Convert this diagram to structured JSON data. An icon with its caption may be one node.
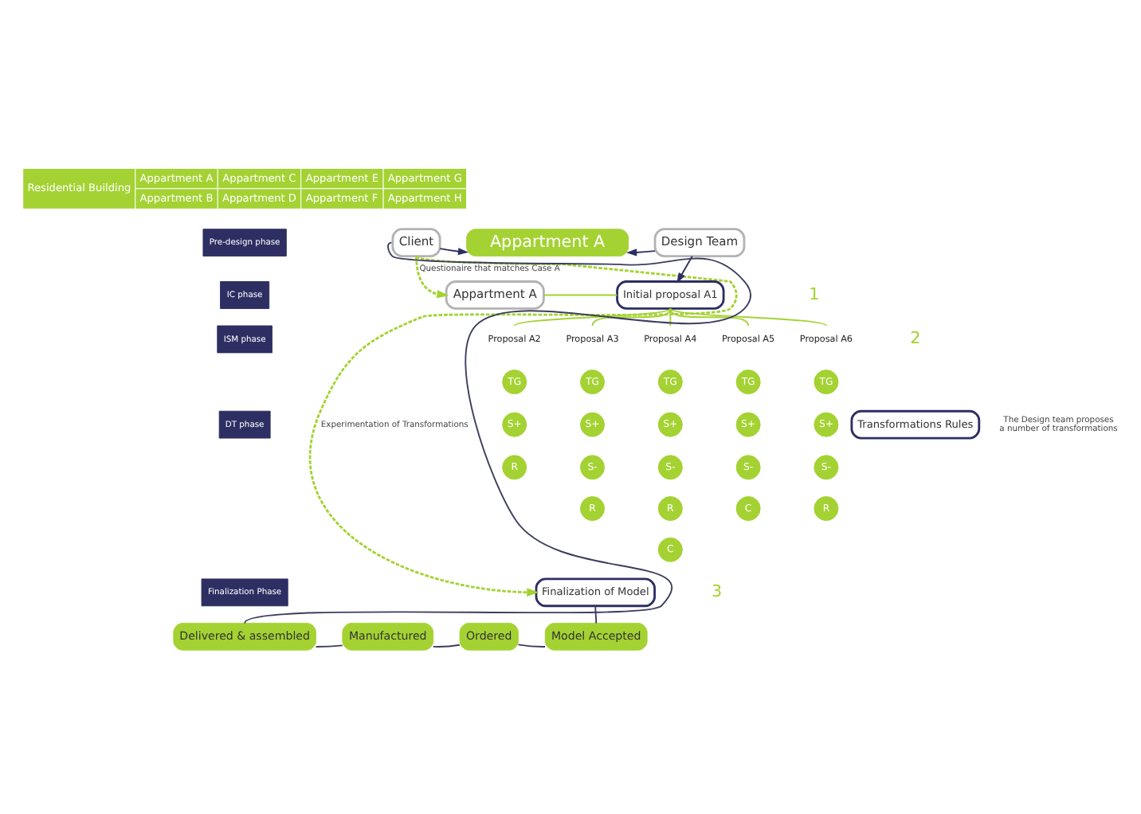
{
  "diagram": {
    "nodes": [
      {
        "text": [
          "Client"
        ]
      },
      {
        "text": [
          "Appartment A"
        ]
      },
      {
        "text": [
          "Design Team"
        ]
      },
      {
        "text": [
          "Appartment A"
        ]
      },
      {
        "text": [
          "Initial proposal A1"
        ]
      },
      {
        "text": [
          "Proposal A2"
        ]
      },
      {
        "text": [
          "Proposal A3"
        ]
      },
      {
        "text": [
          "Proposal A4"
        ]
      },
      {
        "text": [
          "Proposal A5"
        ]
      },
      {
        "text": [
          "Proposal A6"
        ]
      },
      {
        "text": [
          "Transformations Rules"
        ]
      },
      {
        "text": [
          "Finalization of Model"
        ]
      },
      {
        "text": [
          "Model Accepted"
        ]
      },
      {
        "text": [
          "Ordered"
        ]
      },
      {
        "text": [
          "Manufactured"
        ]
      },
      {
        "text": [
          "Delivered & assembled"
        ]
      },
      {
        "text": [
          "TG"
        ]
      },
      {
        "text": [
          "S+"
        ]
      },
      {
        "text": [
          "R"
        ]
      },
      {
        "text": [
          "TG"
        ]
      },
      {
        "text": [
          "S+"
        ]
      },
      {
        "text": [
          "S-"
        ]
      },
      {
        "text": [
          "R"
        ]
      },
      {
        "text": [
          "TG"
        ]
      },
      {
        "text": [
          "S+"
        ]
      },
      {
        "text": [
          "S-"
        ]
      },
      {
        "text": [
          "R"
        ]
      },
      {
        "text": [
          "C"
        ]
      },
      {
        "text": [
          "TG"
        ]
      },
      {
        "text": [
          "S+"
        ]
      },
      {
        "text": [
          "S-"
        ]
      },
      {
        "text": [
          "C"
        ]
      },
      {
        "text": [
          "TG"
        ]
      },
      {
        "text": [
          "S+"
        ]
      },
      {
        "text": [
          "S-"
        ]
      },
      {
        "text": [
          "R"
        ]
      }
    ],
    "edges": [
      {
        "from": 0,
        "to": 1,
        "arrow": "to",
        "color": "#2d2f63"
      },
      {
        "from": 2,
        "to": 1,
        "arrow": "to",
        "color": "#2d2f63"
      },
      {
        "from": 2,
        "to": 4,
        "arrow": "to",
        "color": "#2d2f63"
      },
      {
        "from": 0,
        "to": 3,
        "arrow": "to",
        "style": "dashed",
        "label": "Questionaire that matches Case A"
      },
      {
        "from": 3,
        "to": 4,
        "arrow": "none"
      },
      {
        "from": 4,
        "to": 5,
        "arrow": "none"
      },
      {
        "from": 4,
        "to": 6,
        "arrow": "none"
      },
      {
        "from": 4,
        "to": 7,
        "arrow": "none"
      },
      {
        "from": 4,
        "to": 8,
        "arrow": "none"
      },
      {
        "from": 4,
        "to": 9,
        "arrow": "none"
      },
      {
        "from": 0,
        "to": 11,
        "arrow": "to",
        "style": "dashed",
        "label": "Experimentation of Transformations"
      },
      {
        "from": 11,
        "to": 12,
        "arrow": "none",
        "color": "#3c3d5e"
      },
      {
        "from": 12,
        "to": 13,
        "arrow": "none",
        "color": "#3c3d5e"
      },
      {
        "from": 13,
        "to": 14,
        "arrow": "none",
        "color": "#3c3d5e"
      },
      {
        "from": 14,
        "to": 15,
        "arrow": "none",
        "color": "#3c3d5e"
      },
      {
        "from": 15,
        "to": 0,
        "arrow": "none",
        "color": "#3c3d5e"
      }
    ],
    "labels": [
      "Residential Building",
      "Appartment A",
      "Appartment C",
      "Appartment E",
      "Appartment G",
      "Appartment B",
      "Appartment D",
      "Appartment F",
      "Appartment H",
      "Pre-design phase",
      "IC phase",
      "ISM phase",
      "DT phase",
      "Finalization Phase",
      "1",
      "2",
      "The Design team proposes a number of transformations",
      "3"
    ]
  }
}
